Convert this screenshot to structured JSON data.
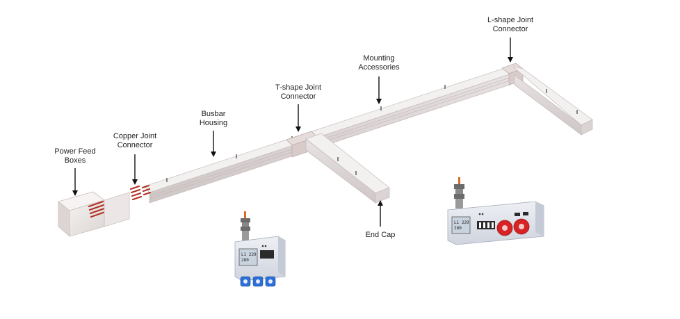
{
  "labels": {
    "power_feed_boxes": [
      "Power Feed",
      "Boxes"
    ],
    "copper_joint_connector": [
      "Copper Joint",
      "Connector"
    ],
    "busbar_housing": [
      "Busbar",
      "Housing"
    ],
    "t_shape_joint_connector": [
      "T-shape Joint",
      "Connector"
    ],
    "mounting_accessories": [
      "Mounting",
      "Accessories"
    ],
    "l_shape_joint_connector": [
      "L-shape Joint",
      "Connector"
    ],
    "end_cap": "End Cap"
  },
  "colors": {
    "busbar_top": "#f1eeee",
    "busbar_side": "#d9d2d2",
    "busbar_stripe": "#c9bcbc",
    "copper_red": "#c0392b",
    "panel_body": "#e4e7ee",
    "socket_red": "#d62424",
    "socket_blue": "#2c6fd6",
    "arrow": "#111111"
  },
  "icons": {
    "tap_off_box_small": "tap-off-box-icon",
    "tap_off_box_large": "tap-off-box-icon"
  }
}
